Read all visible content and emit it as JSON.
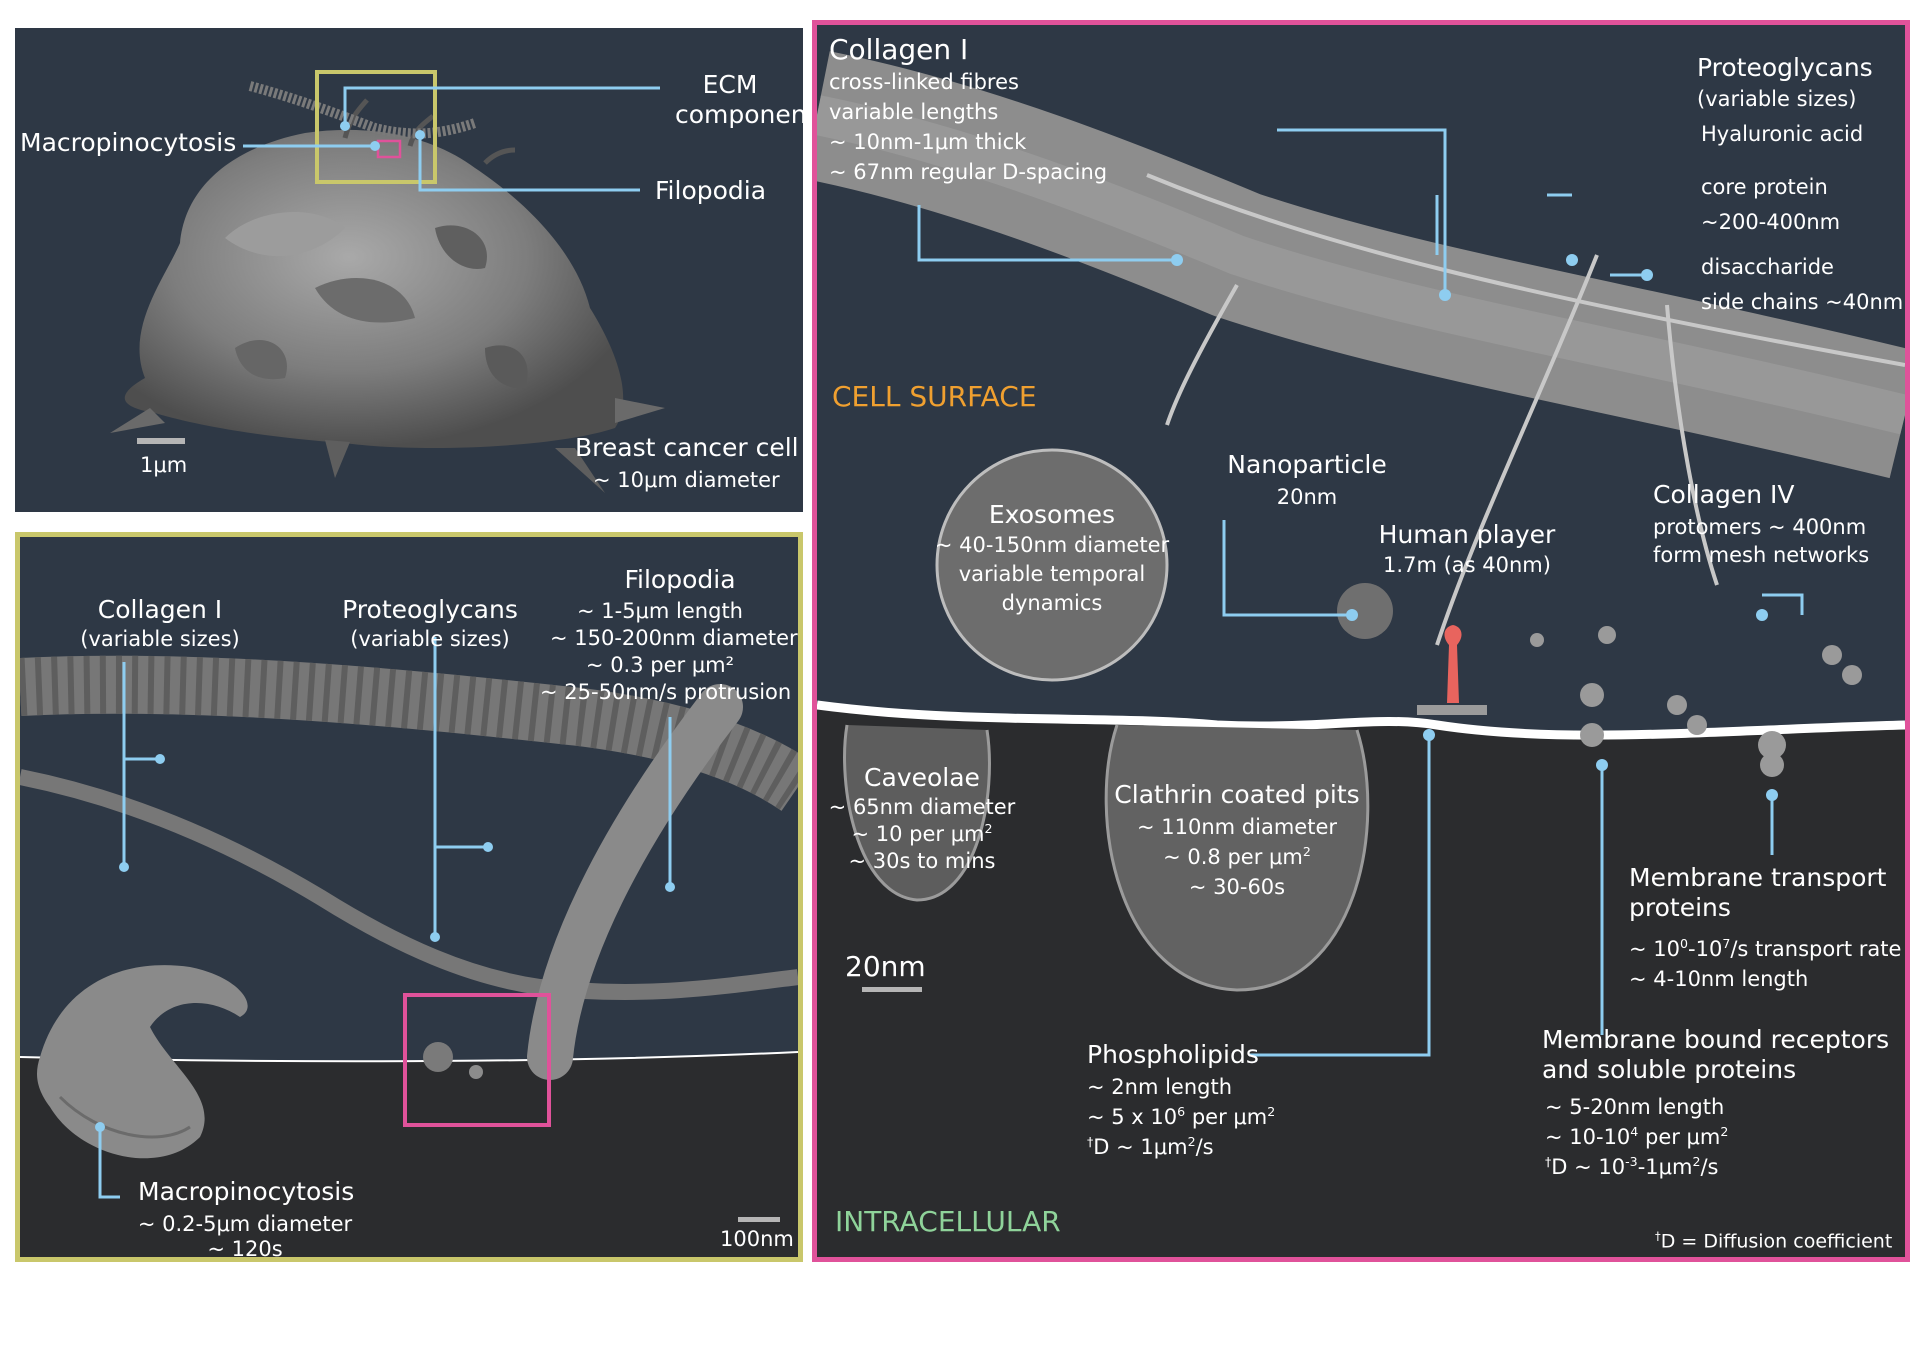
{
  "colors": {
    "background_dark": "#2e3845",
    "intracellular": "#2b2c2e",
    "leader_line": "#8ecdf0",
    "panel_b_border": "#c9c76b",
    "panel_c_border": "#e0529a",
    "cell_surface_label": "#f0a030",
    "intracellular_label": "#8fd39a",
    "human_player": "#e8645e"
  },
  "panel_a": {
    "ecm_line1": "ECM",
    "ecm_line2": "components",
    "macropinocytosis": "Macropinocytosis",
    "filopodia": "Filopodia",
    "scale": "1μm",
    "cell_title": "Breast cancer cell",
    "cell_diameter": "~ 10μm diameter"
  },
  "panel_b": {
    "collagen_title": "Collagen I",
    "collagen_sub": "(variable sizes)",
    "proteoglycans_title": "Proteoglycans",
    "proteoglycans_sub": "(variable sizes)",
    "filopodia_title": "Filopodia",
    "filopodia_lines": [
      "~ 1-5μm length",
      "~ 150-200nm diameter",
      "~ 0.3 per μm²",
      "~ 25-50nm/s protrusion"
    ],
    "macro_title": "Macropinocytosis",
    "macro_lines": [
      "~ 0.2-5μm diameter",
      "~ 120s"
    ],
    "scale": "100nm"
  },
  "panel_c": {
    "collagen_title": "Collagen I",
    "collagen_lines": [
      "cross-linked fibres",
      "variable lengths",
      "~ 10nm-1μm thick",
      "~ 67nm regular D-spacing"
    ],
    "proteoglycans_title": "Proteoglycans",
    "proteoglycans_sub": "(variable sizes)",
    "hyaluronic": "Hyaluronic acid",
    "core_protein": "core protein",
    "core_protein_size": "~200-400nm",
    "disaccharide": "disaccharide",
    "side_chains": "side chains ~40nm",
    "cell_surface": "CELL SURFACE",
    "exosomes_title": "Exosomes",
    "exosomes_lines": [
      "~ 40-150nm diameter",
      "variable temporal",
      "dynamics"
    ],
    "nanoparticle_title": "Nanoparticle",
    "nanoparticle_size": "20nm",
    "human_title": "Human player",
    "human_size": "1.7m (as 40nm)",
    "collagen4_title": "Collagen IV",
    "collagen4_lines": [
      "protomers ~ 400nm",
      "form mesh networks"
    ],
    "caveolae_title": "Caveolae",
    "caveolae_lines": [
      "~ 65nm diameter",
      "~ 10 per μm",
      "~ 30s to mins"
    ],
    "caveolae_sup": "2",
    "clathrin_title": "Clathrin coated pits",
    "clathrin_lines": [
      "~ 110nm diameter",
      "~ 0.8 per μm",
      "~ 30-60s"
    ],
    "clathrin_sup": "2",
    "scale": "20nm",
    "transport_title1": "Membrane transport",
    "transport_title2": "proteins",
    "transport_rate_a": "~ 10",
    "transport_rate_sup1": "0",
    "transport_rate_b": "-10",
    "transport_rate_sup2": "7",
    "transport_rate_c": "/s transport rate",
    "transport_length": "~ 4-10nm length",
    "receptors_title1": "Membrane bound receptors",
    "receptors_title2": "and soluble proteins",
    "receptors_length": "~ 5-20nm length",
    "receptors_density_a": "~ 10-10",
    "receptors_density_sup": "4",
    "receptors_density_b": " per μm",
    "receptors_density_sup2": "2",
    "receptors_d_a": "D ~ 10",
    "receptors_d_sup": "-3",
    "receptors_d_b": "-1μm",
    "receptors_d_sup2": "2",
    "receptors_d_c": "/s",
    "phospholipids_title": "Phospholipids",
    "phospho_length": "~ 2nm length",
    "phospho_density_a": "~ 5 x 10",
    "phospho_density_sup": "6",
    "phospho_density_b": " per μm",
    "phospho_density_sup2": "2",
    "phospho_d_a": "D ~ 1μm",
    "phospho_d_sup": "2",
    "phospho_d_b": "/s",
    "dagger": "†",
    "intracellular": "INTRACELLULAR",
    "footnote": "D = Diffusion coefficient"
  }
}
